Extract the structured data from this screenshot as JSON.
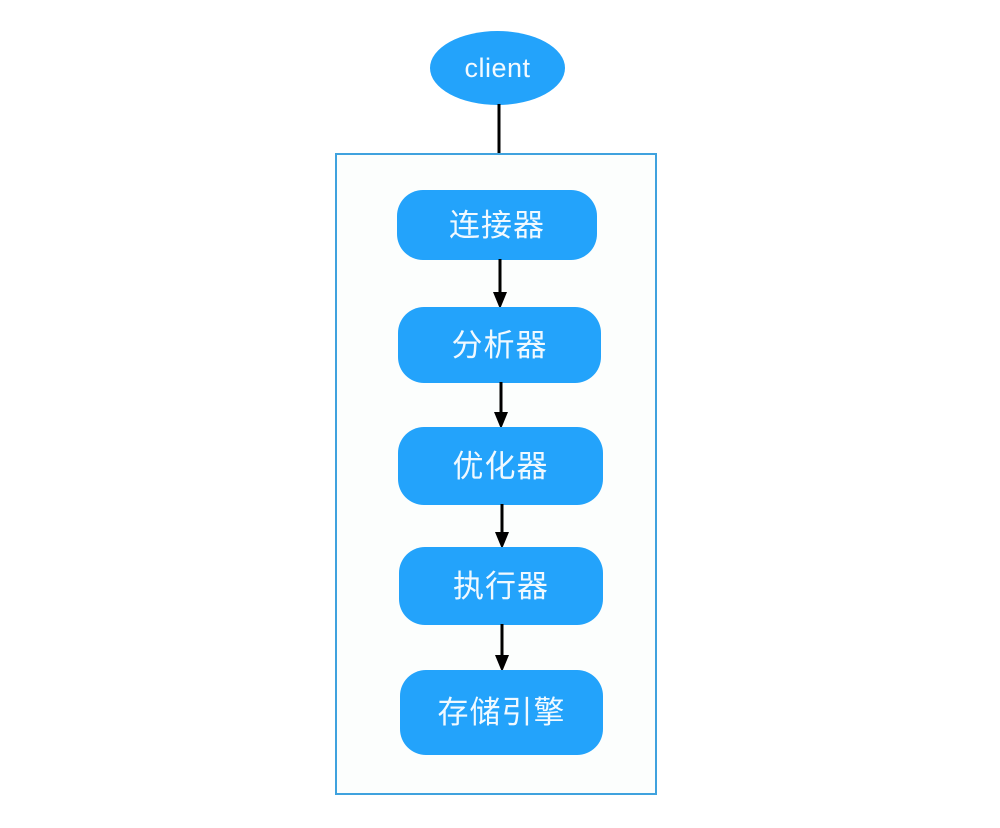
{
  "diagram": {
    "type": "flowchart",
    "orientation": "top-to-bottom",
    "title": "",
    "colors": {
      "node_fill": "#23A3FB",
      "node_text": "#F0F9FF",
      "container_border": "#3FA2DE",
      "container_fill": "#FCFEFD",
      "arrow": "#000000",
      "background": "#FFFFFF"
    },
    "client": {
      "label": "client",
      "shape": "ellipse"
    },
    "container": {
      "label": "",
      "shape": "rectangle"
    },
    "stages": [
      {
        "label": "连接器",
        "shape": "rounded-rectangle"
      },
      {
        "label": "分析器",
        "shape": "rounded-rectangle"
      },
      {
        "label": "优化器",
        "shape": "rounded-rectangle"
      },
      {
        "label": "执行器",
        "shape": "rounded-rectangle"
      },
      {
        "label": "存储引擎",
        "shape": "rounded-rectangle"
      }
    ],
    "edges": [
      {
        "from": "client",
        "to": "连接器",
        "label": "",
        "style": "solid-arrow-down"
      },
      {
        "from": "连接器",
        "to": "分析器",
        "label": "",
        "style": "solid-arrow-down"
      },
      {
        "from": "分析器",
        "to": "优化器",
        "label": "",
        "style": "solid-arrow-down"
      },
      {
        "from": "优化器",
        "to": "执行器",
        "label": "",
        "style": "solid-arrow-down"
      },
      {
        "from": "执行器",
        "to": "存储引擎",
        "label": "",
        "style": "solid-arrow-down"
      }
    ]
  }
}
